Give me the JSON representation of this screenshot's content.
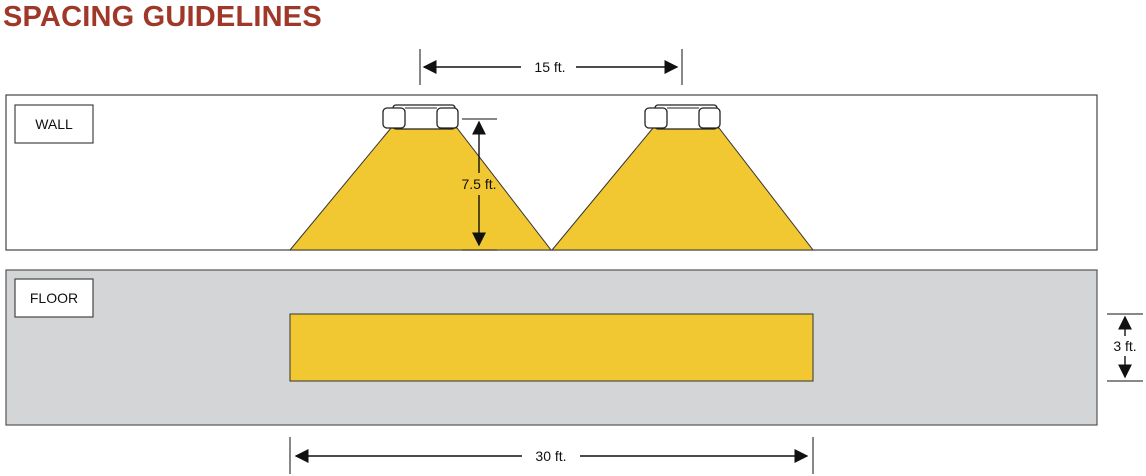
{
  "title": "SPACING GUIDELINES",
  "wall_panel": {
    "label": "WALL"
  },
  "floor_panel": {
    "label": "FLOOR"
  },
  "dimensions": {
    "light_spacing": "15 ft.",
    "mount_height": "7.5 ft.",
    "floor_coverage_length": "30 ft.",
    "floor_coverage_width": "3 ft."
  },
  "colors": {
    "title": "#a0382a",
    "light_beam": "#f2c832",
    "floor_background": "#d4d5d7",
    "panel_border": "#444444"
  },
  "icons": [
    "wall-light-fixture-icon",
    "arrow-left-icon",
    "arrow-right-icon",
    "arrow-up-icon",
    "arrow-down-icon"
  ]
}
